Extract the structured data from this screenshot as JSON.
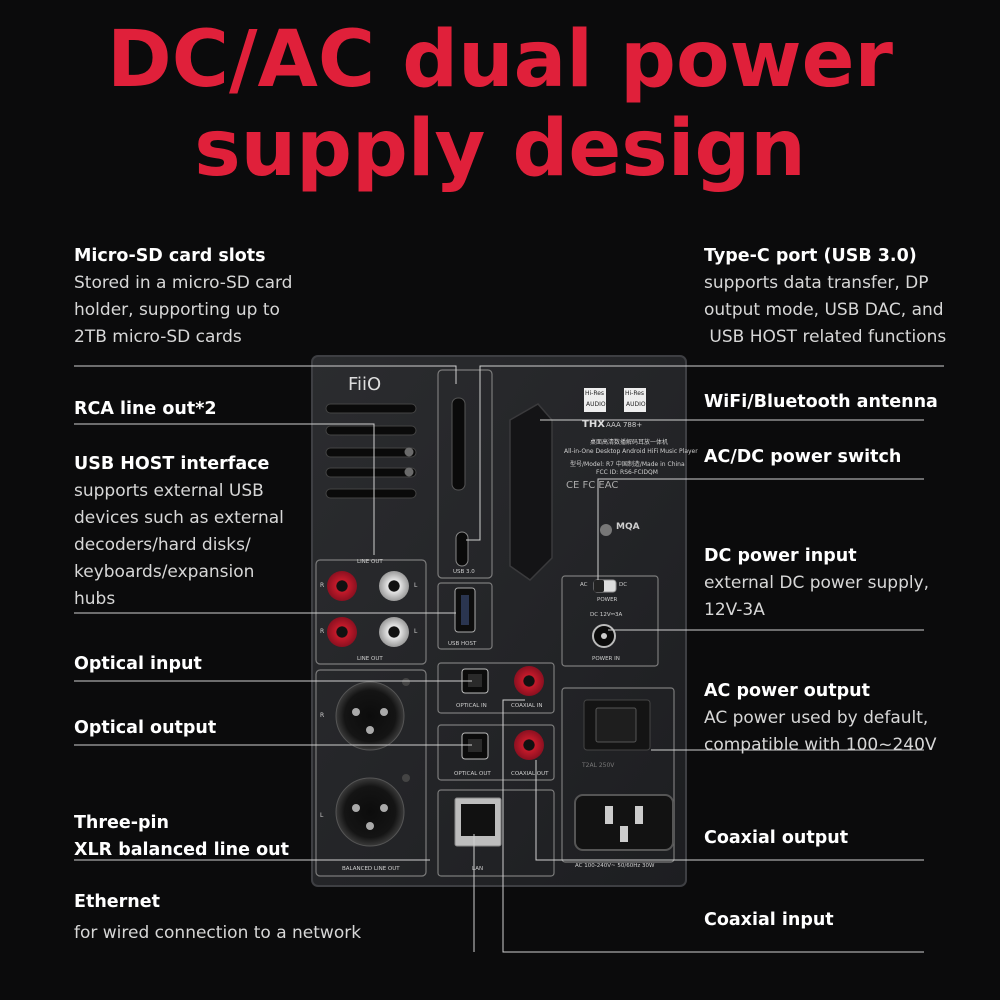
{
  "headline": {
    "line1": "DC/AC dual power",
    "line2": "supply design",
    "color": "#e0203a"
  },
  "callouts_left": [
    {
      "title": "Micro-SD card slots",
      "desc": [
        "Stored in a micro-SD card",
        "holder, supporting up to",
        "2TB micro-SD cards"
      ]
    },
    {
      "title": "RCA line out*2",
      "desc": []
    },
    {
      "title": "USB HOST interface",
      "desc": [
        "supports external USB",
        "devices such as external",
        "decoders/hard disks/",
        "keyboards/expansion",
        "hubs"
      ]
    },
    {
      "title": "Optical input",
      "desc": []
    },
    {
      "title": "Optical output",
      "desc": []
    },
    {
      "title": "Three-pin",
      "title2": "XLR balanced line out",
      "desc": []
    },
    {
      "title": "Ethernet",
      "desc": [
        "for wired connection to a network"
      ]
    }
  ],
  "callouts_right": [
    {
      "title": "Type-C port (USB 3.0)",
      "desc": [
        "supports data transfer, DP",
        "output mode, USB DAC, and",
        " USB HOST related functions"
      ]
    },
    {
      "title": "WiFi/Bluetooth antenna",
      "desc": []
    },
    {
      "title": "AC/DC power switch",
      "desc": []
    },
    {
      "title": "DC power input",
      "desc": [
        "external DC power supply,",
        "12V-3A"
      ]
    },
    {
      "title": "AC power output",
      "desc": [
        "AC power used by default,",
        "compatible with 100~240V"
      ]
    },
    {
      "title": "Coaxial output",
      "desc": []
    },
    {
      "title": "Coaxial input",
      "desc": []
    }
  ],
  "device": {
    "brand": "FiiO",
    "hires_1": "Hi-Res",
    "hires_1b": "AUDIO",
    "hires_2": "Hi-Res",
    "hires_2b": "AUDIO",
    "thx": "THX",
    "thx_model": "AAA 788+",
    "info_1": "桌面高清数播解码耳放一体机",
    "info_2": "All-in-One Desktop Android HiFi Music Player",
    "info_3": "型号/Model: R7   中国制造/Made in China",
    "info_4": "FCC ID: RS6-FCIDQM",
    "mqa": "MQA",
    "cert_marks": "CE  FC  EAC",
    "line_out_top": "LINE OUT",
    "line_out_bottom": "LINE OUT",
    "r_label": "R",
    "l_label": "L",
    "usb30": "USB 3.0",
    "usb_host": "USB HOST",
    "ac": "AC",
    "dc": "DC",
    "power": "POWER",
    "dc_spec": "DC 12V⎓3A",
    "power_in": "POWER IN",
    "optical_in": "OPTICAL IN",
    "coaxial_in": "COAXIAL IN",
    "optical_out": "OPTICAL OUT",
    "coaxial_out": "COAXIAL OUT",
    "lan": "LAN",
    "balanced": "BALANCED  LINE OUT",
    "ac_spec": "AC 100-240V~  50/60Hz  30W",
    "fuse_text": "T2AL 250V"
  }
}
